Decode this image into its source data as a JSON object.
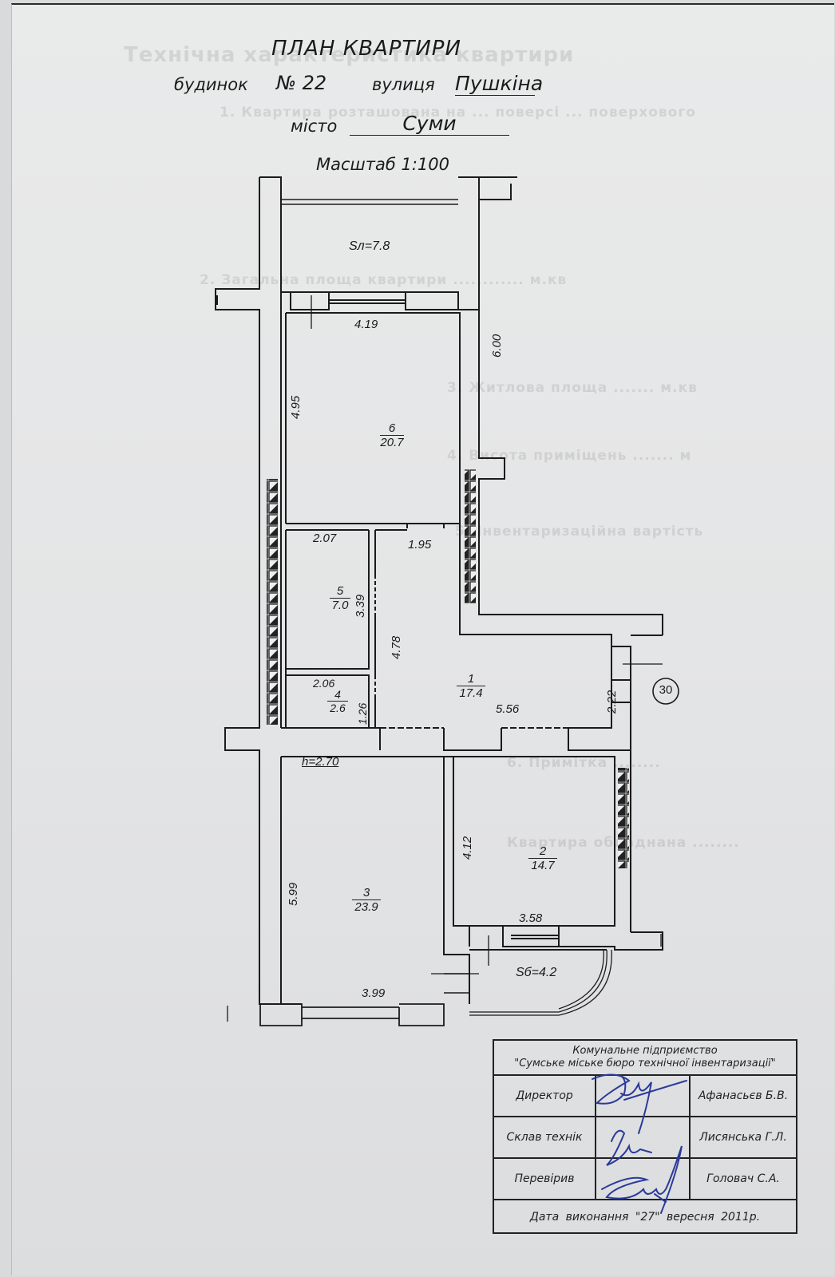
{
  "document": {
    "title": "ПЛАН КВАРТИРИ",
    "house_label": "будинок",
    "house_number": "№ 22",
    "street_label": "вулиця",
    "street": "Пушкіна",
    "city_label": "місто",
    "city": "Суми",
    "scale": "Масштаб 1:100"
  },
  "plan": {
    "loggia_area": "Sл=7.8",
    "balcony_area": "Sб=4.2",
    "ceiling_height": "h=2.70",
    "apartment_number": "30",
    "rooms": [
      {
        "number": "1",
        "area": "17.4"
      },
      {
        "number": "2",
        "area": "14.7"
      },
      {
        "number": "3",
        "area": "23.9"
      },
      {
        "number": "4",
        "area": "2.6"
      },
      {
        "number": "5",
        "area": "7.0"
      },
      {
        "number": "6",
        "area": "20.7"
      }
    ],
    "dimensions": {
      "room6_width": "4.19",
      "room6_length": "4.95",
      "outer_right": "6.00",
      "room5_width": "2.07",
      "room5_length": "3.39",
      "hall_top": "1.95",
      "hall_length": "4.78",
      "room4_width": "2.06",
      "room4_length": "1.26",
      "hall_width": "5.56",
      "hall_right": "2.22",
      "room2_length": "4.12",
      "room2_width": "3.58",
      "room3_length": "5.99",
      "room3_width": "3.99"
    }
  },
  "stamp": {
    "organization_line1": "Комунальне підприємство",
    "organization_line2": "\"Сумське міське бюро технічної інвентаризації\"",
    "rows": [
      {
        "role": "Директор",
        "name": "Афанасьєв Б.В."
      },
      {
        "role": "Склав технік",
        "name": "Лисянська Г.Л."
      },
      {
        "role": "Перевірив",
        "name": "Головач С.А."
      }
    ],
    "date_line": "Дата виконання \"27\" вересня 2011р."
  },
  "colors": {
    "paper": "#e6e7e8",
    "ink": "#1b1b1b",
    "signature_ink": "#2b3a9a"
  }
}
